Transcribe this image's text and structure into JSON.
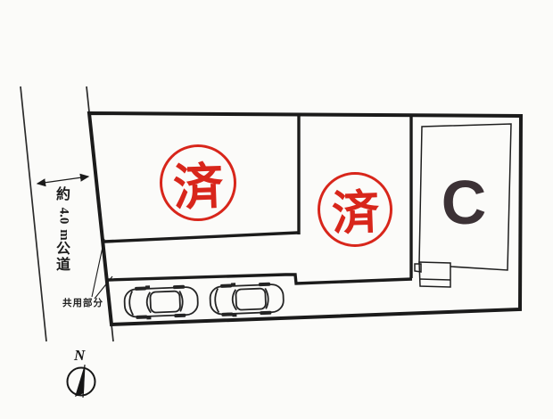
{
  "diagram": {
    "kind": "real-estate-lot-layout",
    "road": {
      "label_parts": {
        "approx": "約",
        "width_value": "4.0",
        "unit": "m",
        "road_kanji_1": "公",
        "road_kanji_2": "道"
      },
      "full_label": "約4.0m公道"
    },
    "labels": {
      "common_area": "共用部分",
      "north": "N"
    },
    "lots": [
      {
        "id": "lot-1",
        "status": "済",
        "meaning": "sold"
      },
      {
        "id": "lot-2",
        "status": "済",
        "meaning": "sold"
      },
      {
        "id": "lot-c",
        "status": "C",
        "meaning": "available"
      }
    ],
    "colors": {
      "stamp_red": "#d8261b",
      "line_black": "#1b1b1b",
      "lot_c_text": "#3c3236"
    },
    "features": [
      "two-parked-cars",
      "north-compass",
      "width-arrow"
    ]
  }
}
